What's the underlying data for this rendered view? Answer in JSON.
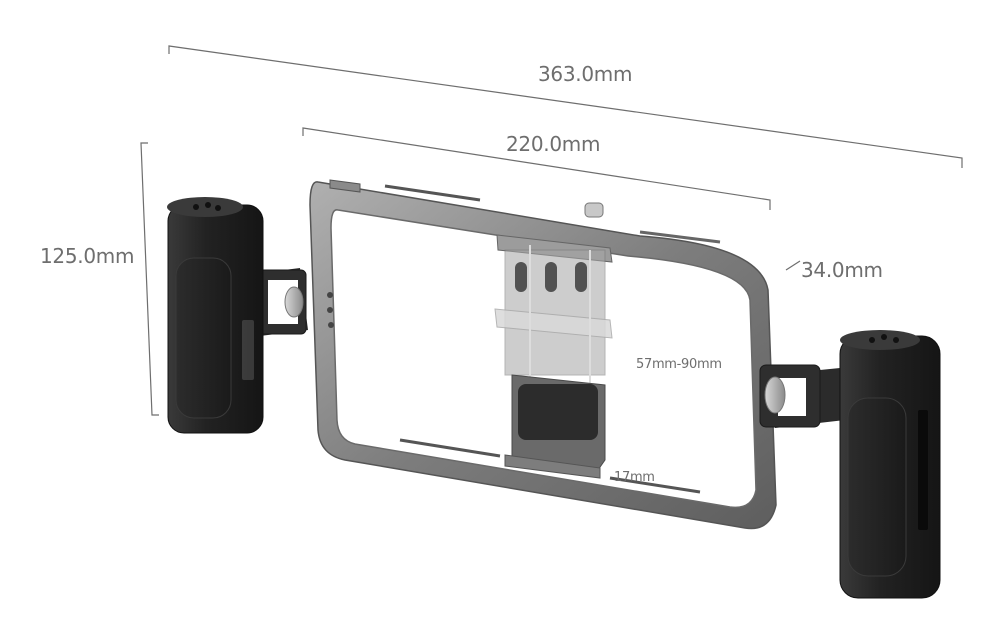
{
  "figure": {
    "subject": "Smartphone video rig cage with two side handles",
    "dimensions": {
      "overall_width": "363.0mm",
      "cage_width": "220.0mm",
      "height": "125.0mm",
      "depth": "34.0mm",
      "phone_clamp_range": "57mm-90mm",
      "clamp_depth": "17mm"
    },
    "colors": {
      "dimension_line": "#6e6e6e",
      "label_text": "#6e6e6e",
      "cage_metal": "#7c7c7c",
      "cage_highlight": "#a9a9a9",
      "handle_black": "#2a2a2a",
      "background": "#ffffff"
    },
    "parts": {
      "left_handle": "left-side-handle",
      "right_handle": "right-side-handle",
      "cage": "phone-cage-frame",
      "clamp": "spring-phone-clamp"
    }
  }
}
